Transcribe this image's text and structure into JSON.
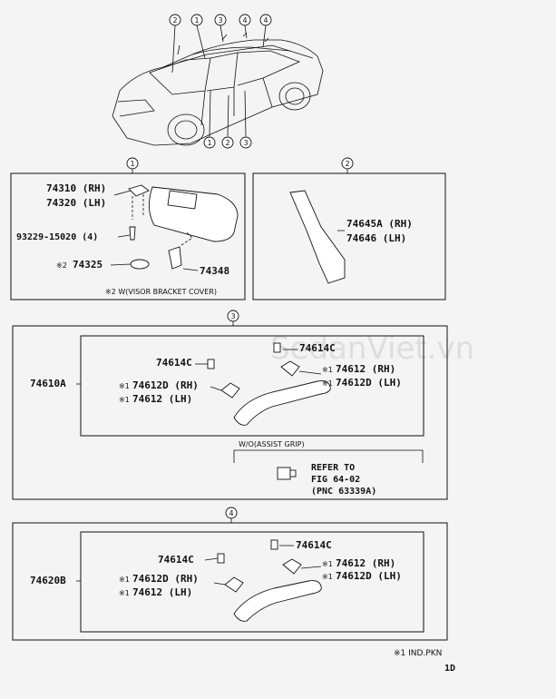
{
  "watermark": "SedanViet.vn",
  "car_callouts_top": [
    "2",
    "1",
    "3",
    "4",
    "4"
  ],
  "car_callouts_bottom": [
    "1",
    "2",
    "3"
  ],
  "panel1": {
    "tag": "1",
    "labels": [
      "74310 (RH)",
      "74320 (LH)",
      "93229-15020 (4)",
      "74325",
      "74348"
    ],
    "mark_74325": "※2",
    "note": "※2 W(VISOR BRACKET COVER)"
  },
  "panel2": {
    "tag": "2",
    "labels": [
      "74645A (RH)",
      "74646 (LH)"
    ]
  },
  "panel3": {
    "tag": "3",
    "assy": "74610A",
    "labels": [
      "74614C",
      "74614C",
      "74612D (RH)",
      "74612 (LH)",
      "74612 (RH)",
      "74612D (LH)"
    ],
    "mark": "※1",
    "wo_note": "W/O(ASSIST GRIP)",
    "refer": [
      "REFER TO",
      "FIG 64-02",
      "(PNC 63339A)"
    ]
  },
  "panel4": {
    "tag": "4",
    "assy": "74620B",
    "labels": [
      "74614C",
      "74614C",
      "74612 (RH)",
      "74612D (LH)",
      "74612D (RH)",
      "74612 (LH)"
    ],
    "mark": "※1"
  },
  "footnote": "※1 IND.PKN",
  "page_code": "1D"
}
